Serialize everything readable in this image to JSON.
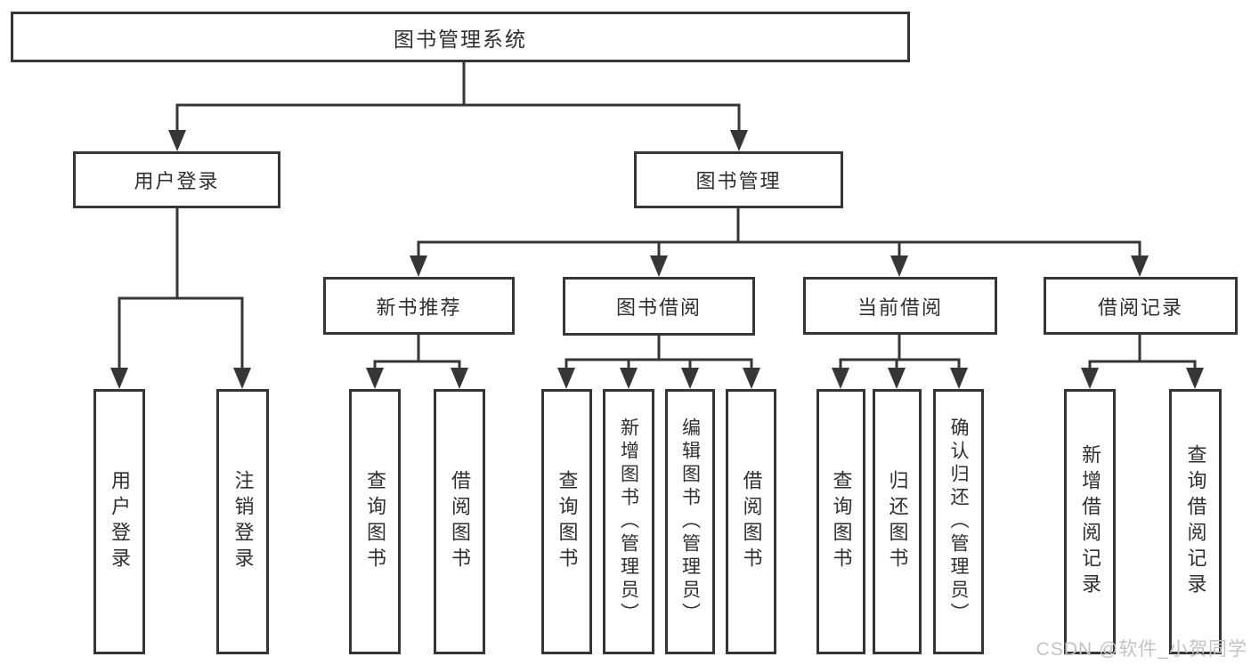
{
  "diagram": {
    "title": "图书管理系统",
    "level2": {
      "userLogin": "用户登录",
      "bookManagement": "图书管理"
    },
    "level3": {
      "newBookRecommend": "新书推荐",
      "bookBorrow": "图书借阅",
      "currentBorrow": "当前借阅",
      "borrowRecords": "借阅记录"
    },
    "leaves": {
      "userLogin": "用户登录",
      "logoutLogin": "注销登录",
      "nbQueryBooks": "查询图书",
      "nbBorrowBooks": "借阅图书",
      "bbQueryBooks": "查询图书",
      "bbAddBooks": "新增图书（管理员）",
      "bbEditBooks": "编辑图书（管理员）",
      "bbBorrowBooks": "借阅图书",
      "cbQueryBooks": "查询图书",
      "cbReturnBooks": "归还图书",
      "cbConfirmReturn": "确认归还（管理员）",
      "brAddRecord": "新增借阅记录",
      "brQueryRecord": "查询借阅记录"
    }
  },
  "watermark": "CSDN @软件_小贺同学",
  "colors": {
    "line": "#363636",
    "text": "#2f2f2f",
    "box_background": "#ffffff",
    "watermark": "#c3c3c3"
  }
}
